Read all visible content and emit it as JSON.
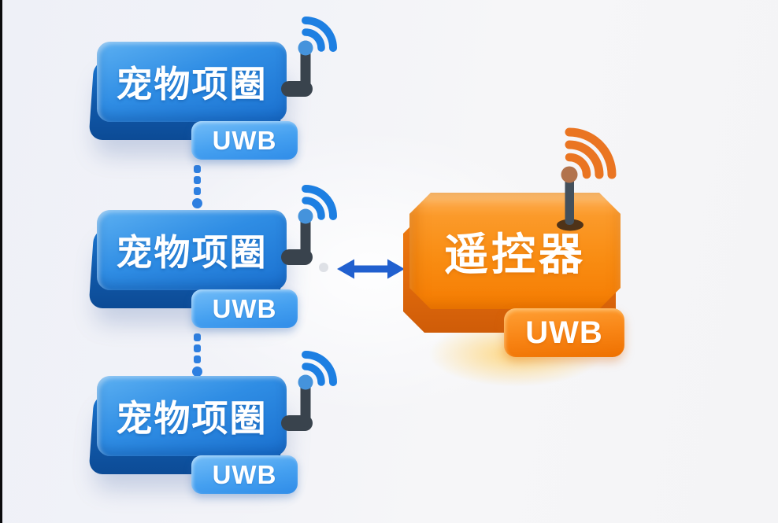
{
  "diagram": {
    "collar_units": [
      {
        "label": "宠物项圈",
        "badge": "UWB"
      },
      {
        "label": "宠物项圈",
        "badge": "UWB"
      },
      {
        "label": "宠物项圈",
        "badge": "UWB"
      }
    ],
    "remote_unit": {
      "label": "遥控器",
      "badge": "UWB"
    },
    "icons": {
      "collar_wifi": "wifi-signal-blue",
      "remote_wifi": "wifi-signal-orange",
      "link_arrow": "double-headed-arrow",
      "dotted_link": "vertical-dotted-connector"
    },
    "colors": {
      "collar_blue": "#2f8de4",
      "collar_badge_blue": "#45a0f0",
      "remote_orange": "#f98d13",
      "remote_badge_orange": "#f57c02",
      "arrow_blue": "#2160cf",
      "dotted_line_blue": "#2e7fe0",
      "antenna_dark": "#39434d",
      "wifi_blue": "#1d7fe2",
      "wifi_orange": "#ea7522"
    }
  }
}
